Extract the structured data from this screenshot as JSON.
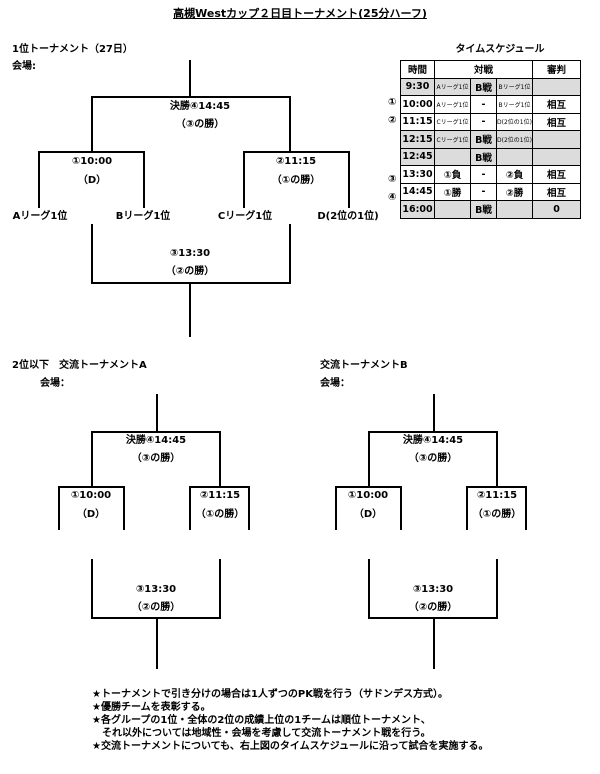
{
  "title": "高槻Westカップ２日目トーナメント(25分ハーフ)",
  "t1": {
    "heading": "1位トーナメント（27日）",
    "venue": "会場:",
    "final_time": "決勝④14:45",
    "final_sub": "（③の勝）",
    "left_time": "①10:00",
    "left_sub": "（D）",
    "right_time": "②11:15",
    "right_sub": "（①の勝）",
    "teams": [
      "Aリーグ1位",
      "Bリーグ1位",
      "Cリーグ1位",
      "D(2位の1位)"
    ],
    "third_time": "③13:30",
    "third_sub": "（②の勝）"
  },
  "tA": {
    "heading": "2位以下　交流トーナメントA",
    "venue": "会場：",
    "final_time": "決勝④14:45",
    "final_sub": "（③の勝）",
    "left_time": "①10:00",
    "left_sub": "（D）",
    "right_time": "②11:15",
    "right_sub": "（①の勝）",
    "third_time": "③13:30",
    "third_sub": "（②の勝）"
  },
  "tB": {
    "heading": "交流トーナメントB",
    "venue": "会場：",
    "final_time": "決勝④14:45",
    "final_sub": "（③の勝）",
    "left_time": "①10:00",
    "left_sub": "（D）",
    "right_time": "②11:15",
    "right_sub": "（①の勝）",
    "third_time": "③13:30",
    "third_sub": "（②の勝）"
  },
  "schedule": {
    "title": "タイムスケジュール",
    "headers": [
      "時間",
      "対戦",
      "審判"
    ],
    "rows": [
      {
        "mark": "",
        "time": "9:30",
        "a": "Aリーグ1位",
        "mid": "B戦",
        "b": "Bリーグ1位",
        "ref": ""
      },
      {
        "mark": "①",
        "time": "10:00",
        "a": "Aリーグ1位",
        "mid": "-",
        "b": "Bリーグ1位",
        "ref": "相互"
      },
      {
        "mark": "②",
        "time": "11:15",
        "a": "Cリーグ1位",
        "mid": "-",
        "b": "D(2位の1位)",
        "ref": "相互"
      },
      {
        "mark": "",
        "time": "12:15",
        "a": "Cリーグ1位",
        "mid": "B戦",
        "b": "D(2位の1位)",
        "ref": ""
      },
      {
        "mark": "",
        "time": "12:45",
        "a": "",
        "mid": "B戦",
        "b": "",
        "ref": ""
      },
      {
        "mark": "③",
        "time": "13:30",
        "a": "①負",
        "mid": "-",
        "b": "②負",
        "ref": "相互"
      },
      {
        "mark": "④",
        "time": "14:45",
        "a": "①勝",
        "mid": "-",
        "b": "②勝",
        "ref": "相互"
      },
      {
        "mark": "",
        "time": "16:00",
        "a": "",
        "mid": "B戦",
        "b": "",
        "ref": "0"
      }
    ]
  },
  "notes": [
    "★トーナメントで引き分けの場合は1人ずつのPK戦を行う（サドンデス方式）。",
    "★優勝チームを表彰する。",
    "★各グループの1位・全体の2位の成績上位の1チームは順位トーナメント、",
    "　それ以外については地域性・会場を考慮して交流トーナメント戦を行う。",
    "★交流トーナメントについても、右上図のタイムスケジュールに沿って試合を実施する。"
  ]
}
